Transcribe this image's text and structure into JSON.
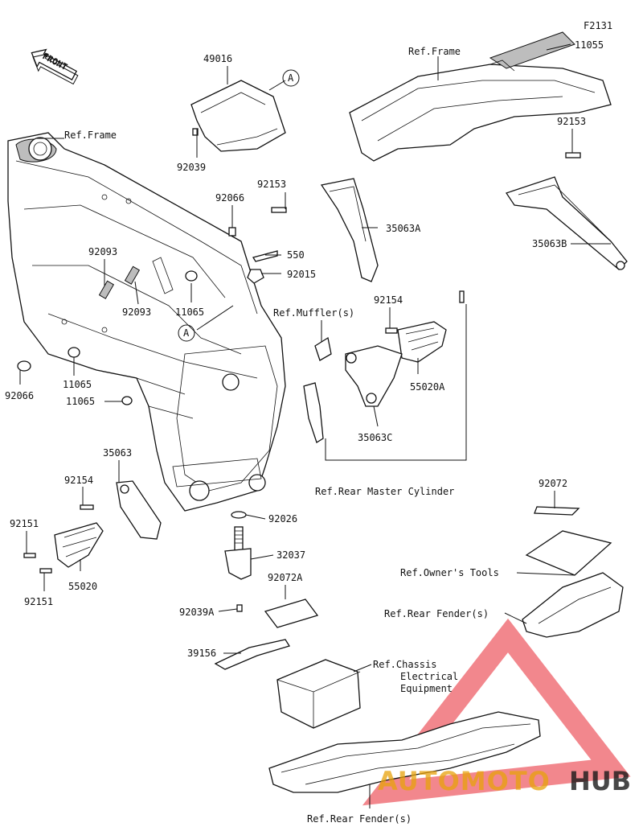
{
  "diagram_code": "F2131",
  "front_label": "FRONT",
  "callouts": [
    {
      "id": "c-11055",
      "text": "11055"
    },
    {
      "id": "c-ref-frame-top",
      "text": "Ref.Frame"
    },
    {
      "id": "c-49016",
      "text": "49016"
    },
    {
      "id": "c-circle-a-top",
      "text": "A"
    },
    {
      "id": "c-92039",
      "text": "92039"
    },
    {
      "id": "c-ref-frame-left",
      "text": "Ref.Frame"
    },
    {
      "id": "c-92153-a",
      "text": "92153"
    },
    {
      "id": "c-92153-b",
      "text": "92153"
    },
    {
      "id": "c-92066-a",
      "text": "92066"
    },
    {
      "id": "c-35063a",
      "text": "35063A"
    },
    {
      "id": "c-35063b",
      "text": "35063B"
    },
    {
      "id": "c-92093-a",
      "text": "92093"
    },
    {
      "id": "c-92093-b",
      "text": "92093"
    },
    {
      "id": "c-550",
      "text": "550"
    },
    {
      "id": "c-92015",
      "text": "92015"
    },
    {
      "id": "c-11065-a",
      "text": "11065"
    },
    {
      "id": "c-ref-muffler",
      "text": "Ref.Muffler(s)"
    },
    {
      "id": "c-92154-a",
      "text": "92154"
    },
    {
      "id": "c-circle-a-mid",
      "text": "A"
    },
    {
      "id": "c-11065-b",
      "text": "11065"
    },
    {
      "id": "c-92066-b",
      "text": "92066"
    },
    {
      "id": "c-11065-c",
      "text": "11065"
    },
    {
      "id": "c-55020a",
      "text": "55020A"
    },
    {
      "id": "c-35063c",
      "text": "35063C"
    },
    {
      "id": "c-35063",
      "text": "35063"
    },
    {
      "id": "c-92154-b",
      "text": "92154"
    },
    {
      "id": "c-ref-rear-master",
      "text": "Ref.Rear Master Cylinder"
    },
    {
      "id": "c-92072",
      "text": "92072"
    },
    {
      "id": "c-92151-a",
      "text": "92151"
    },
    {
      "id": "c-92026",
      "text": "92026"
    },
    {
      "id": "c-32037",
      "text": "32037"
    },
    {
      "id": "c-55020",
      "text": "55020"
    },
    {
      "id": "c-92151-b",
      "text": "92151"
    },
    {
      "id": "c-ref-owners-tools",
      "text": "Ref.Owner's Tools"
    },
    {
      "id": "c-92072a",
      "text": "92072A"
    },
    {
      "id": "c-92039a",
      "text": "92039A"
    },
    {
      "id": "c-ref-rear-fender-a",
      "text": "Ref.Rear Fender(s)"
    },
    {
      "id": "c-39156",
      "text": "39156"
    },
    {
      "id": "c-ref-chassis-1",
      "text": "Ref.Chassis"
    },
    {
      "id": "c-ref-chassis-2",
      "text": "Electrical"
    },
    {
      "id": "c-ref-chassis-3",
      "text": "Equipment"
    },
    {
      "id": "c-ref-rear-fender-b",
      "text": "Ref.Rear Fender(s)"
    }
  ],
  "watermark": {
    "part1": "AUTOMOTO",
    "part2": "HUB",
    "color_accent": "#e8242f",
    "color_dark": "#1a1a1a"
  }
}
